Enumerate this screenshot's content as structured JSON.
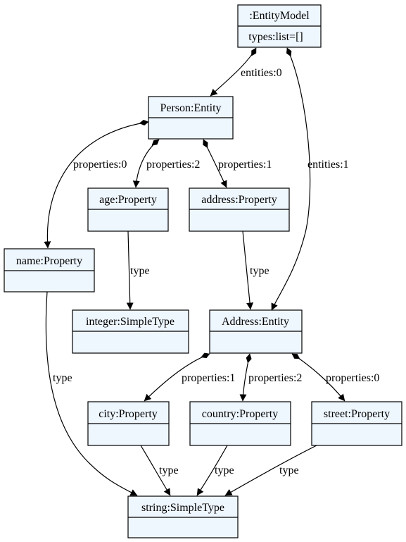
{
  "nodes": {
    "entity_model": {
      "title": ":EntityModel",
      "attribute": "types:list=[]"
    },
    "person_entity": {
      "title": "Person:Entity",
      "attribute": ""
    },
    "age_property": {
      "title": "age:Property",
      "attribute": ""
    },
    "address_property": {
      "title": "address:Property",
      "attribute": ""
    },
    "name_property": {
      "title": "name:Property",
      "attribute": ""
    },
    "integer_type": {
      "title": "integer:SimpleType",
      "attribute": ""
    },
    "address_entity": {
      "title": "Address:Entity",
      "attribute": ""
    },
    "city_property": {
      "title": "city:Property",
      "attribute": ""
    },
    "country_property": {
      "title": "country:Property",
      "attribute": ""
    },
    "street_property": {
      "title": "street:Property",
      "attribute": ""
    },
    "string_type": {
      "title": "string:SimpleType",
      "attribute": ""
    }
  },
  "edges": {
    "entities_0": "entities:0",
    "entities_1": "entities:1",
    "person_properties_0": "properties:0",
    "person_properties_2": "properties:2",
    "person_properties_1": "properties:1",
    "age_type": "type",
    "address_type": "type",
    "name_type": "type",
    "address_properties_1": "properties:1",
    "address_properties_2": "properties:2",
    "address_properties_0": "properties:0",
    "city_type": "type",
    "country_type": "type",
    "street_type": "type"
  },
  "colors": {
    "node_fill": "#eef6fe",
    "stroke": "#000000"
  }
}
